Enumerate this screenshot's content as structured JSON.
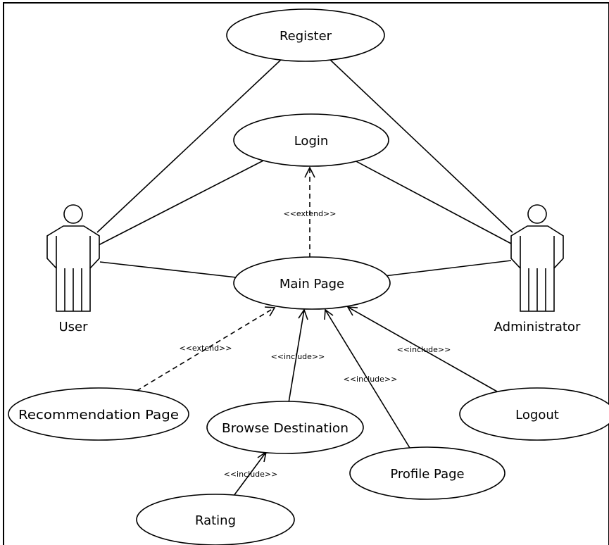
{
  "diagram": {
    "actors": {
      "user": "User",
      "administrator": "Administrator"
    },
    "use_cases": {
      "register": "Register",
      "login": "Login",
      "main_page": "Main Page",
      "recommendation_page": "Recommendation Page",
      "browse_destination": "Browse Destination",
      "rating": "Rating",
      "profile_page": "Profile Page",
      "logout": "Logout"
    },
    "relationships": {
      "main_to_login": "<<extend>>",
      "recommendation_to_main": "<<extend>>",
      "browse_to_main": "<<include>>",
      "profile_to_main": "<<include>>",
      "logout_to_main": "<<include>>",
      "rating_to_browse": "<<include>>"
    }
  }
}
